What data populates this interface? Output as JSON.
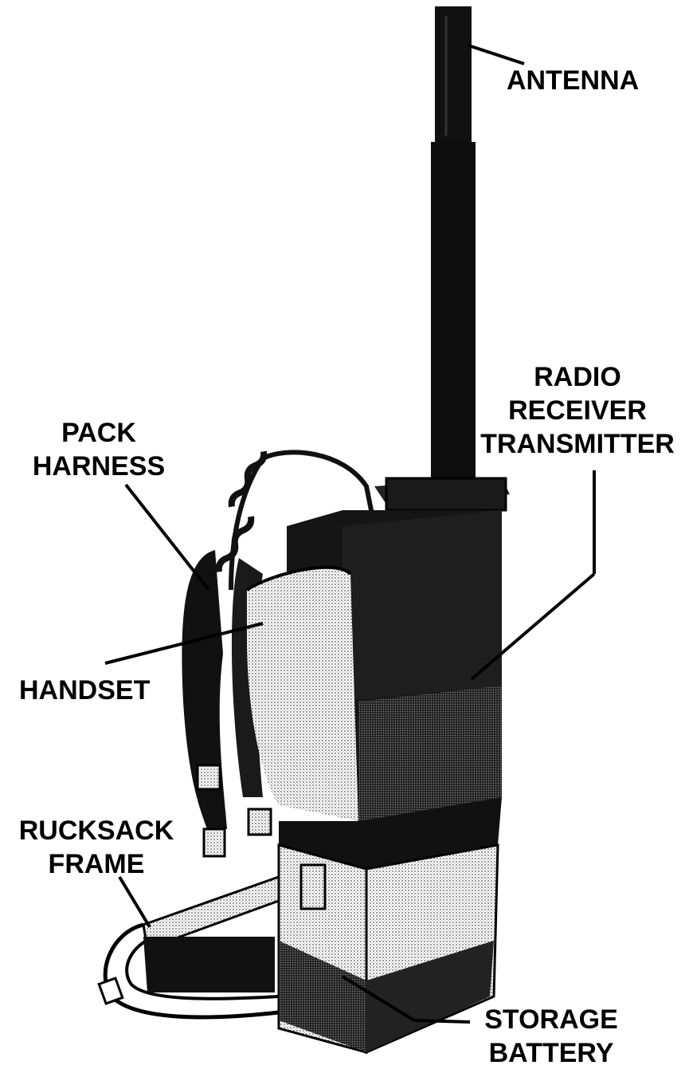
{
  "labels": {
    "antenna": "ANTENNA",
    "radio": [
      "RADIO",
      "RECEIVER",
      "TRANSMITTER"
    ],
    "pack_harness": [
      "PACK",
      "HARNESS"
    ],
    "handset": "HANDSET",
    "rucksack_frame": [
      "RUCKSACK",
      "FRAME"
    ],
    "storage_battery": [
      "STORAGE",
      "BATTERY"
    ]
  }
}
